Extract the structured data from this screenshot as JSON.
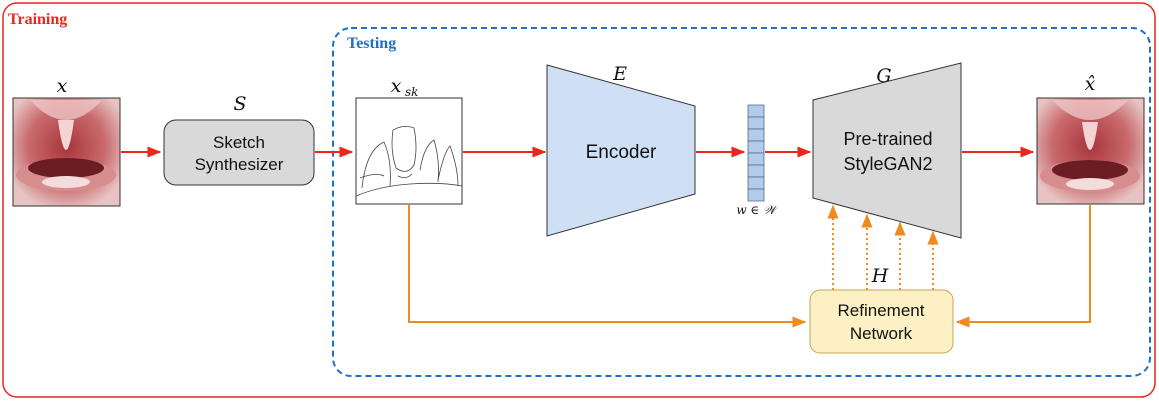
{
  "regions": {
    "training_label": "Training",
    "testing_label": "Testing"
  },
  "blocks": {
    "sketch_synth": {
      "symbol": "S",
      "line1": "Sketch",
      "line2": "Synthesizer"
    },
    "encoder": {
      "symbol": "E",
      "label": "Encoder"
    },
    "generator": {
      "symbol": "G",
      "line1": "Pre-trained",
      "line2": "StyleGAN2"
    },
    "refinement": {
      "symbol": "H",
      "line1": "Refinement",
      "line2": "Network"
    }
  },
  "images": {
    "input": {
      "label": "x"
    },
    "sketch": {
      "label": "x",
      "sub": "sk"
    },
    "output": {
      "label": "x̂"
    }
  },
  "latent": {
    "label": "w ∈ 𝒲"
  },
  "colors": {
    "training_red": "#e8271d",
    "testing_blue": "#1f6fc5",
    "arrow_red": "#e8271d",
    "arrow_orange": "#f0891e",
    "box_gray": "#d9d9d9",
    "encoder_blue": "#cfe0f5",
    "refine_yellow": "#fdf0c4"
  }
}
